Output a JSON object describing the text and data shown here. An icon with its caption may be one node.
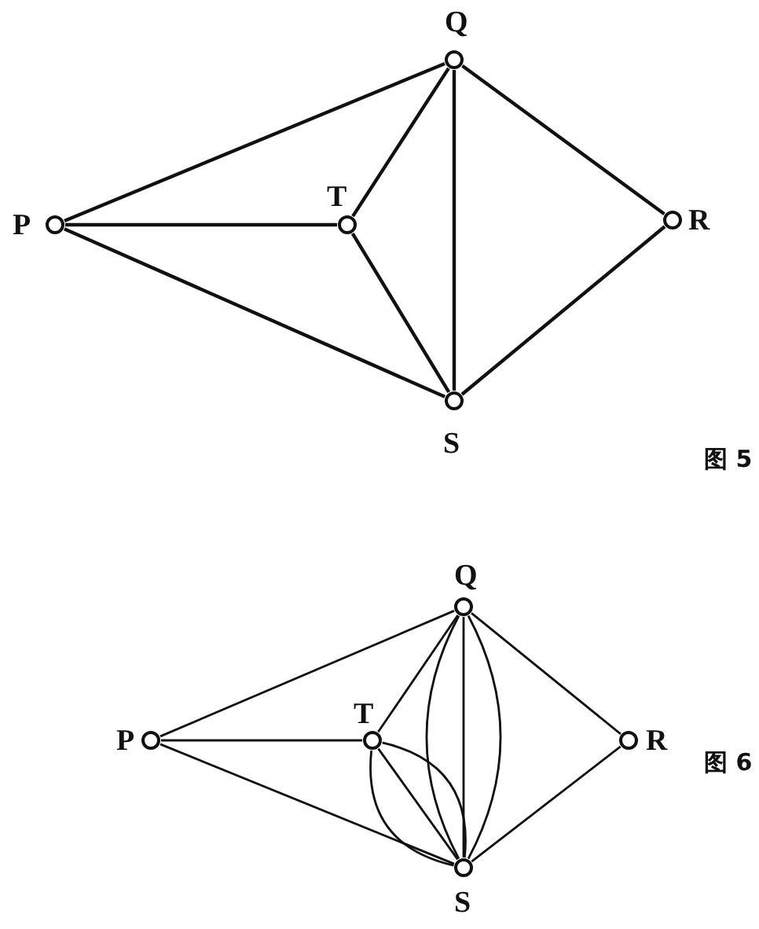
{
  "diagram": {
    "nodes": [
      {
        "text": [],
        "shape": "circle",
        "beside": [
          "P"
        ]
      },
      {
        "text": [],
        "shape": "circle",
        "beside": [
          "T"
        ]
      },
      {
        "text": [],
        "shape": "circle",
        "beside": [
          "Q"
        ]
      },
      {
        "text": [],
        "shape": "circle",
        "beside": [
          "R"
        ]
      },
      {
        "text": [],
        "shape": "circle",
        "beside": [
          "S"
        ]
      },
      {
        "text": [],
        "shape": "circle",
        "beside": [
          "P"
        ]
      },
      {
        "text": [],
        "shape": "circle",
        "beside": [
          "T"
        ]
      },
      {
        "text": [],
        "shape": "circle",
        "beside": [
          "Q"
        ]
      },
      {
        "text": [],
        "shape": "circle",
        "beside": [
          "R"
        ]
      },
      {
        "text": [],
        "shape": "circle",
        "beside": [
          "S"
        ]
      }
    ],
    "edges": [
      {
        "from": 0,
        "to": 2,
        "arrow": "none"
      },
      {
        "from": 0,
        "to": 1,
        "arrow": "none"
      },
      {
        "from": 0,
        "to": 4,
        "arrow": "none"
      },
      {
        "from": 1,
        "to": 2,
        "arrow": "none"
      },
      {
        "from": 1,
        "to": 4,
        "arrow": "none"
      },
      {
        "from": 2,
        "to": 4,
        "arrow": "none"
      },
      {
        "from": 2,
        "to": 3,
        "arrow": "none"
      },
      {
        "from": 3,
        "to": 4,
        "arrow": "none"
      },
      {
        "from": 5,
        "to": 7,
        "arrow": "none"
      },
      {
        "from": 5,
        "to": 6,
        "arrow": "none"
      },
      {
        "from": 5,
        "to": 9,
        "arrow": "none"
      },
      {
        "from": 6,
        "to": 7,
        "arrow": "none"
      },
      {
        "from": 6,
        "to": 9,
        "arrow": "none"
      },
      {
        "from": 6,
        "to": 9,
        "arrow": "none"
      },
      {
        "from": 6,
        "to": 9,
        "arrow": "none"
      },
      {
        "from": 7,
        "to": 9,
        "arrow": "none"
      },
      {
        "from": 7,
        "to": 9,
        "arrow": "none"
      },
      {
        "from": 7,
        "to": 9,
        "arrow": "none"
      },
      {
        "from": 7,
        "to": 8,
        "arrow": "none"
      },
      {
        "from": 8,
        "to": 9,
        "arrow": "none"
      }
    ],
    "labels": [
      "图 5",
      "图 6"
    ]
  }
}
